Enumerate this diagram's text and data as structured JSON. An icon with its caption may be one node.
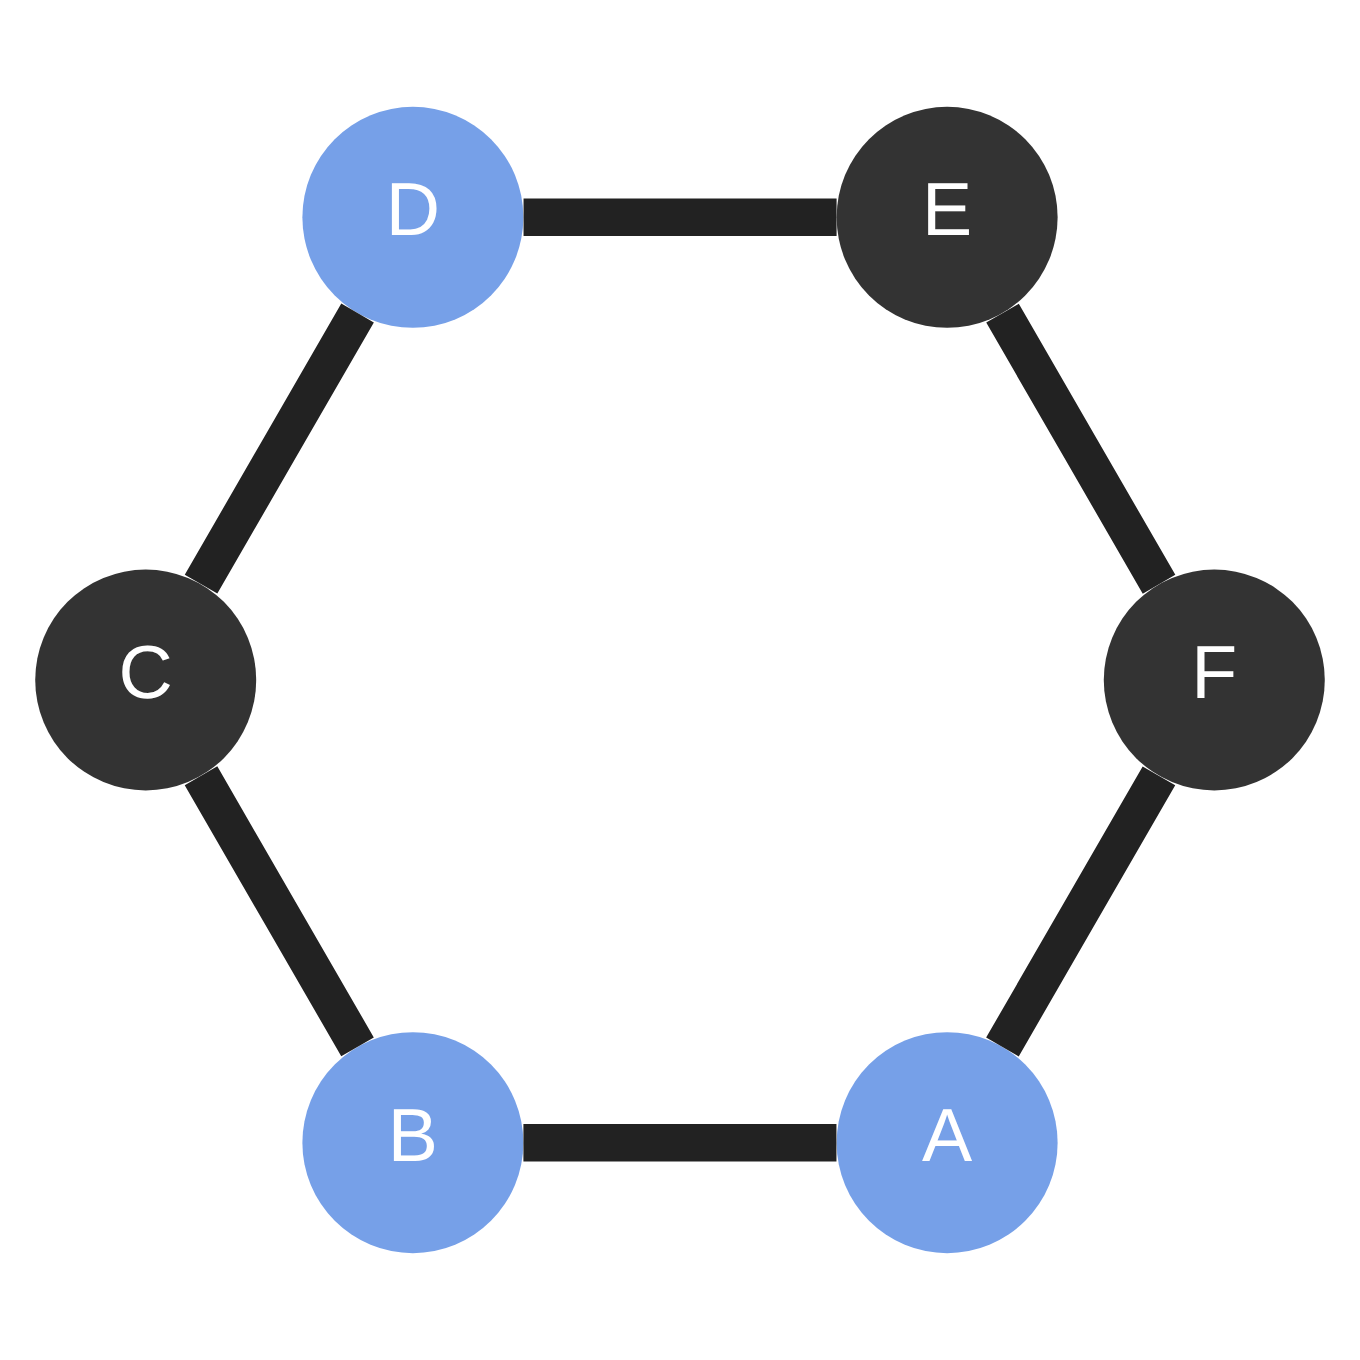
{
  "diagram": {
    "nodes": [
      {
        "text": [
          "A"
        ]
      },
      {
        "text": [
          "B"
        ]
      },
      {
        "text": [
          "F"
        ]
      },
      {
        "text": [
          "C"
        ]
      },
      {
        "text": [
          "D"
        ]
      },
      {
        "text": [
          "E"
        ]
      }
    ],
    "edges": [
      {
        "from": 0,
        "to": 1,
        "arrow": "none"
      },
      {
        "from": 1,
        "to": 3,
        "arrow": "none"
      },
      {
        "from": 3,
        "to": 4,
        "arrow": "none"
      },
      {
        "from": 4,
        "to": 5,
        "arrow": "none"
      },
      {
        "from": 5,
        "to": 2,
        "arrow": "none"
      },
      {
        "from": 2,
        "to": 0,
        "arrow": "none"
      }
    ]
  }
}
